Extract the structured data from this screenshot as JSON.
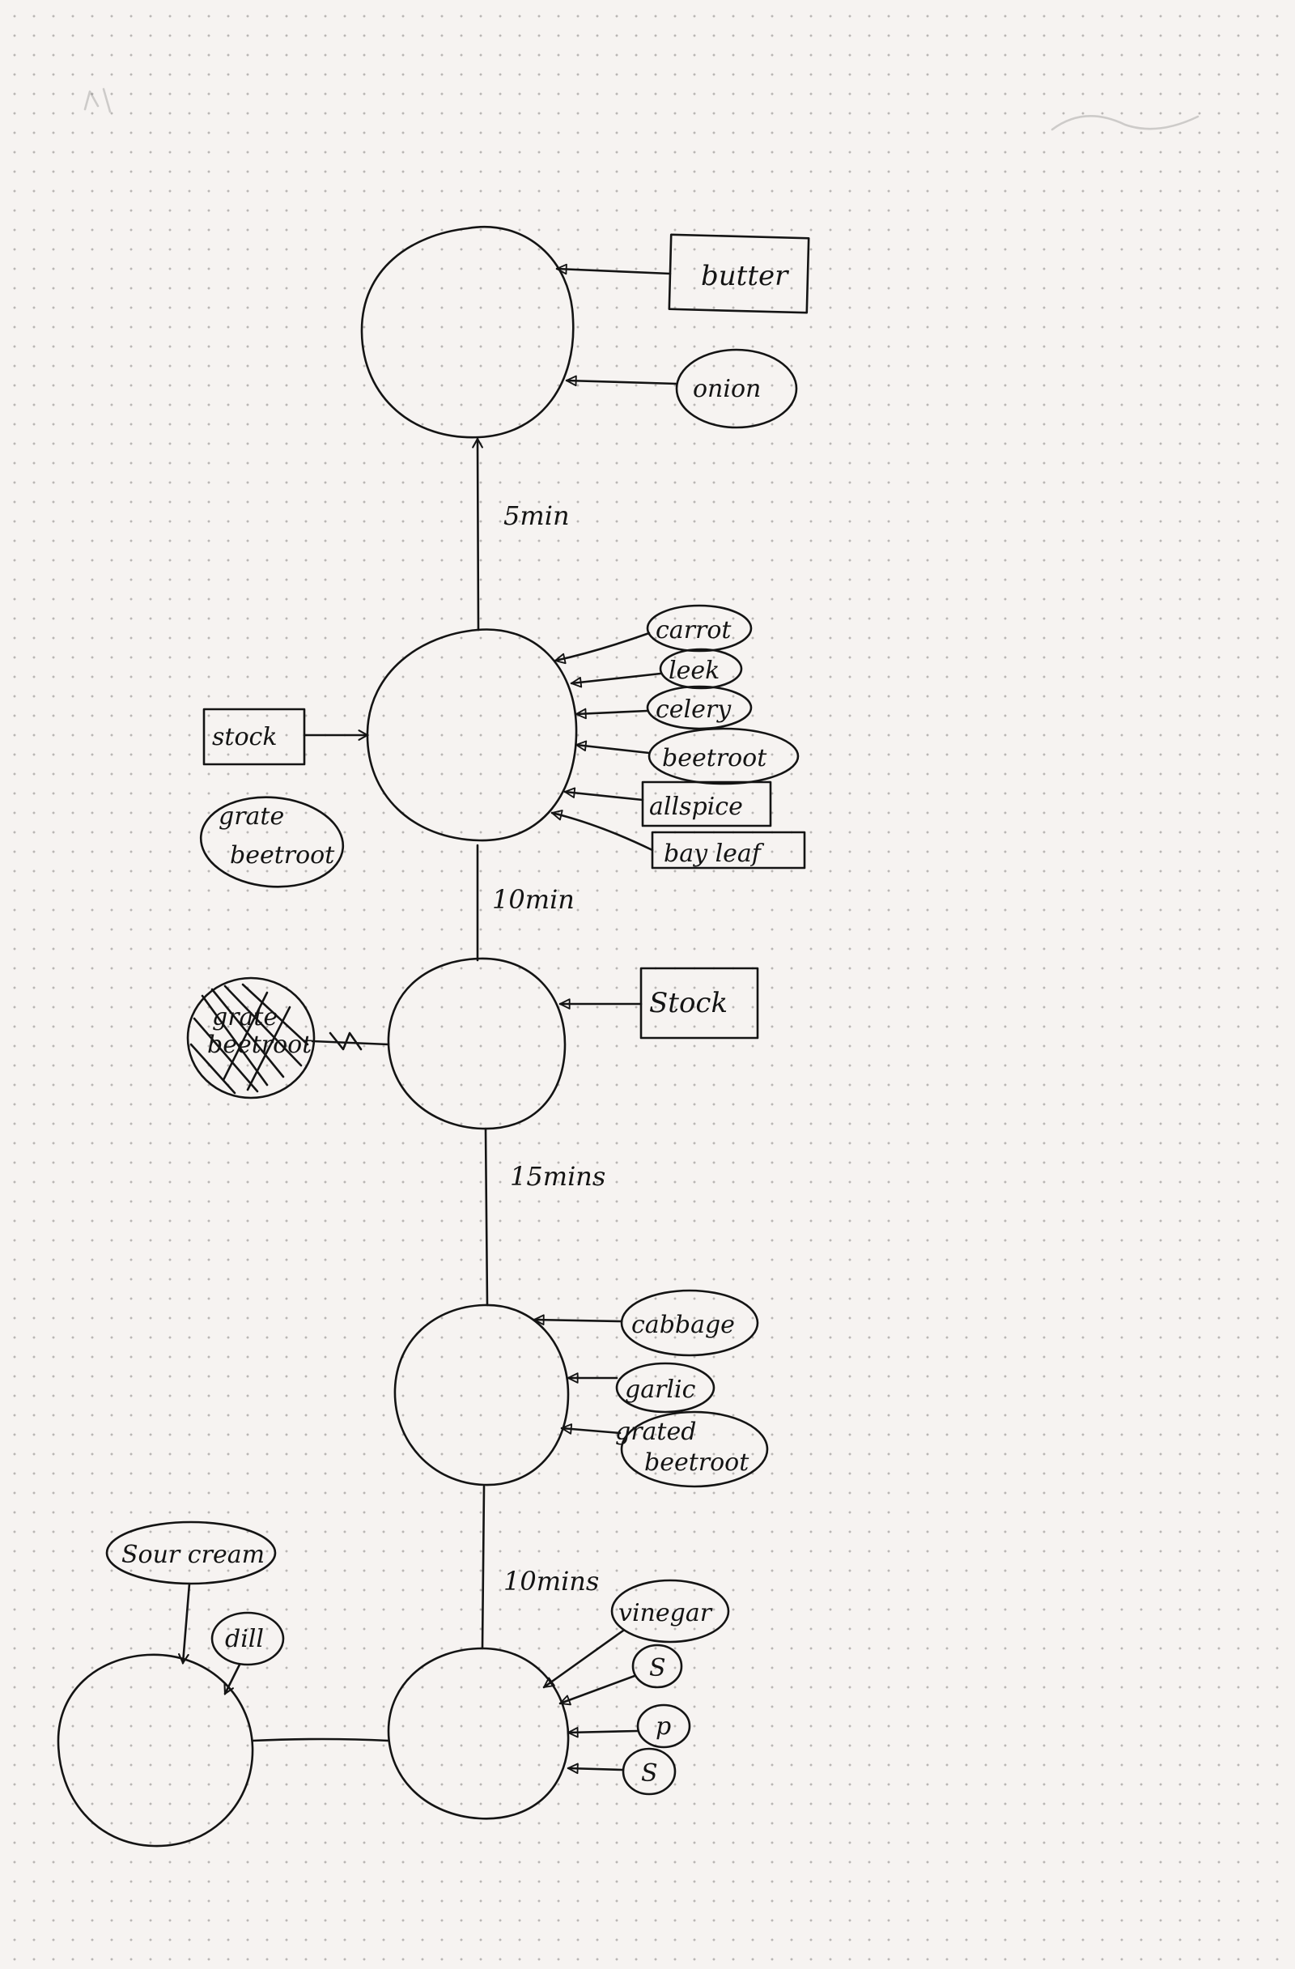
{
  "steps": [
    {
      "inputs": {
        "butter": "butter",
        "onion": "onion"
      }
    },
    {
      "inputs": {
        "stock": "stock",
        "carrot": "carrot",
        "leek": "leek",
        "celery": "celery",
        "beetroot": "beetroot",
        "allspice": "allspice",
        "bay_leaf": "bay leaf"
      }
    },
    {
      "inputs": {
        "stock": "Stock",
        "grate_beetroot_line1": "grate",
        "grate_beetroot_line2": "beetroot"
      }
    },
    {
      "inputs": {
        "cabbage": "cabbage",
        "garlic": "garlic",
        "grated_beetroot_line1": "grated",
        "grated_beetroot_line2": "beetroot"
      }
    },
    {
      "inputs": {
        "vinegar": "vinegar",
        "s1": "S",
        "p": "p",
        "s2": "S"
      }
    },
    {
      "inputs": {
        "sour_cream": "Sour cream",
        "dill": "dill"
      }
    }
  ],
  "durations": [
    "5min",
    "10min",
    "15mins",
    "10mins"
  ],
  "side_note": {
    "line1": "grate",
    "line2": "beetroot"
  }
}
